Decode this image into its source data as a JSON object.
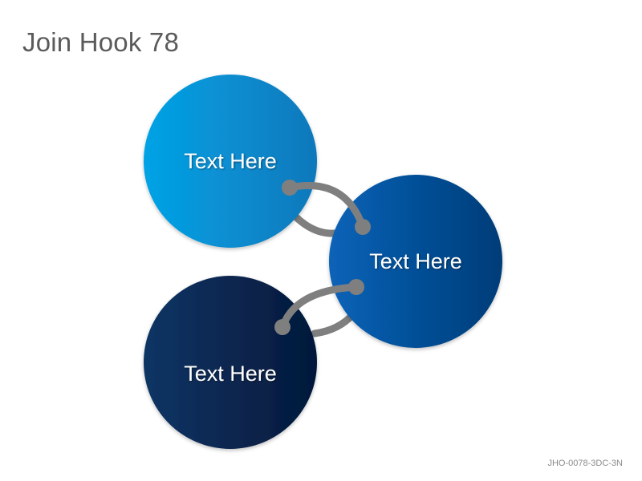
{
  "slide": {
    "title": "Join Hook 78",
    "code": "JHO-0078-3DC-3N"
  },
  "nodes": [
    {
      "id": "top-left",
      "label": "Text Here",
      "color_light": "#05a3e6",
      "color_dark": "#0a78bb"
    },
    {
      "id": "right",
      "label": "Text Here",
      "color_light": "#0763b8",
      "color_dark": "#053c78"
    },
    {
      "id": "bottom-left",
      "label": "Text Here",
      "color_light": "#0f3565",
      "color_dark": "#04183a"
    }
  ],
  "colors": {
    "hook": "#7f7f7f"
  }
}
